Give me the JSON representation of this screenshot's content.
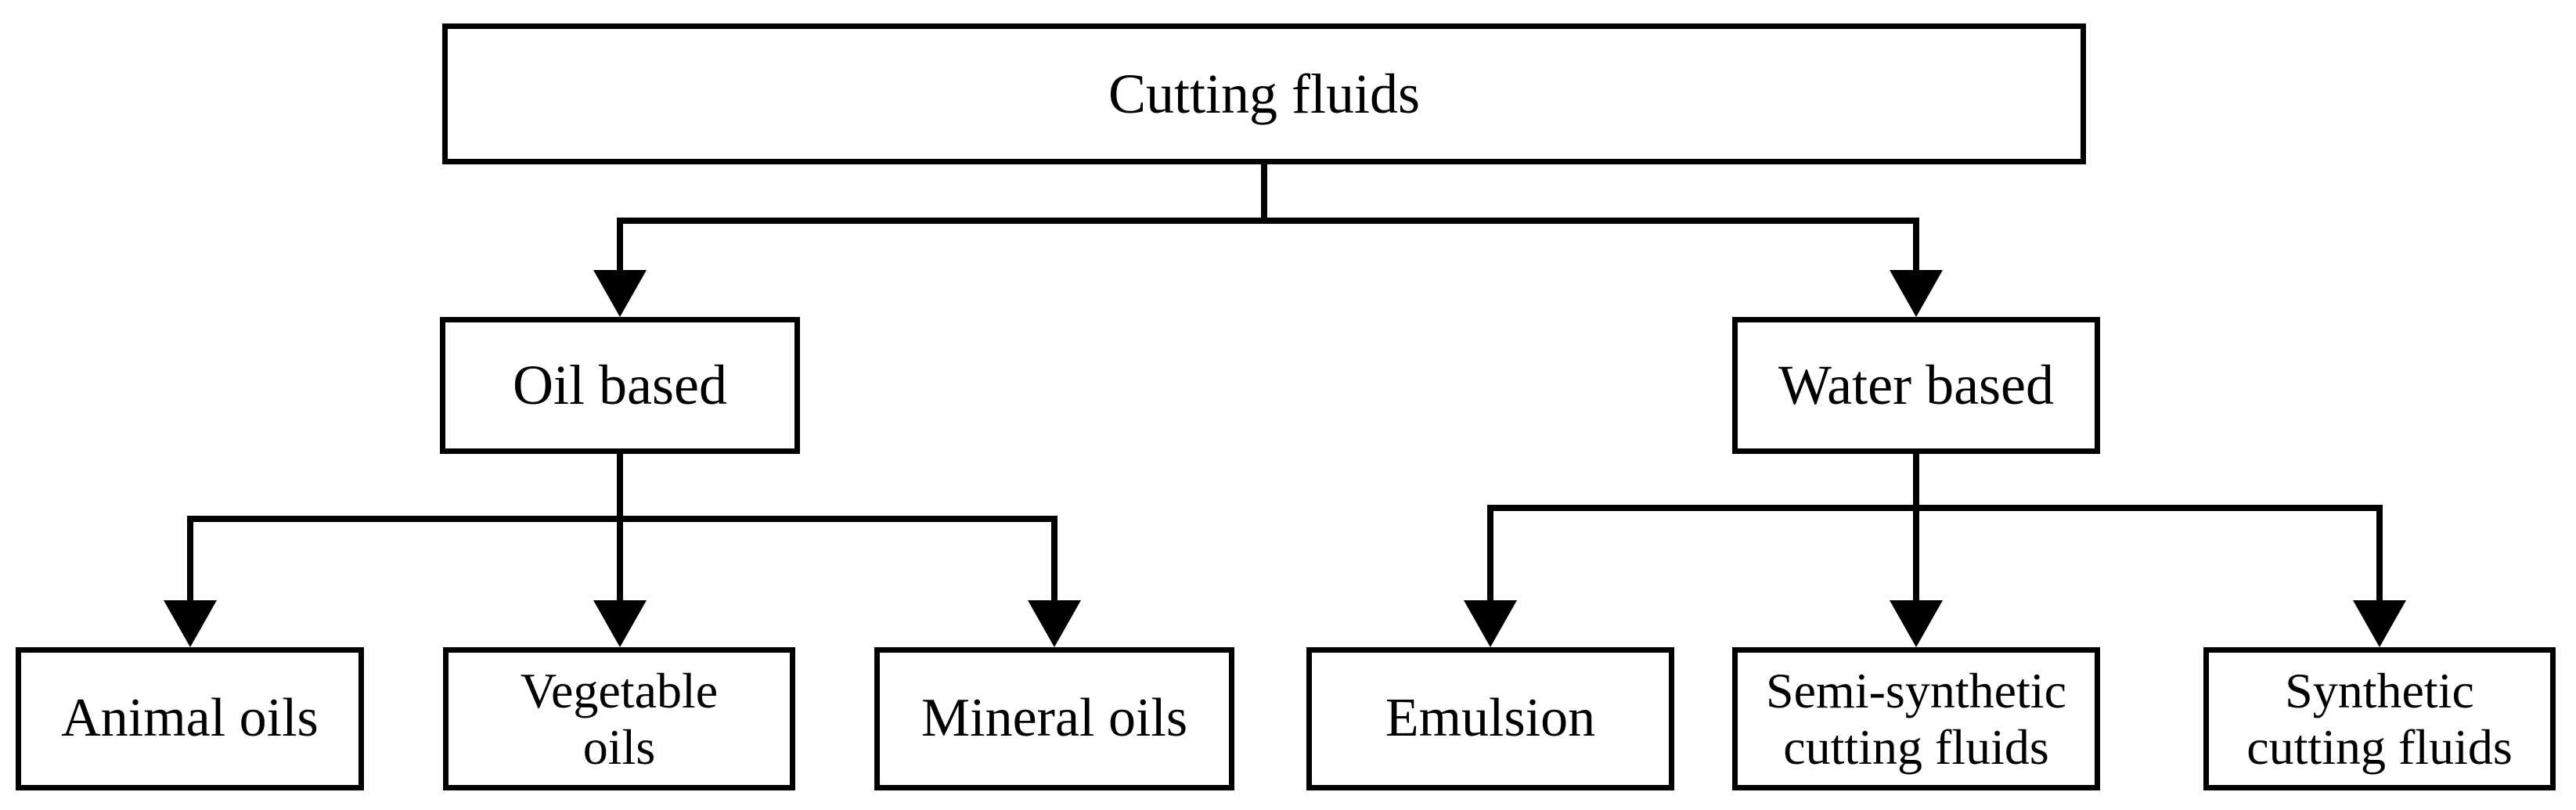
{
  "diagram": {
    "root": {
      "label": "Cutting fluids"
    },
    "branches": [
      {
        "label": "Oil based",
        "children": [
          {
            "label": "Animal oils"
          },
          {
            "label": "Vegetable\noils"
          },
          {
            "label": "Mineral oils"
          }
        ]
      },
      {
        "label": "Water based",
        "children": [
          {
            "label": "Emulsion"
          },
          {
            "label": "Semi-synthetic\ncutting fluids"
          },
          {
            "label": "Synthetic\ncutting fluids"
          }
        ]
      }
    ]
  }
}
